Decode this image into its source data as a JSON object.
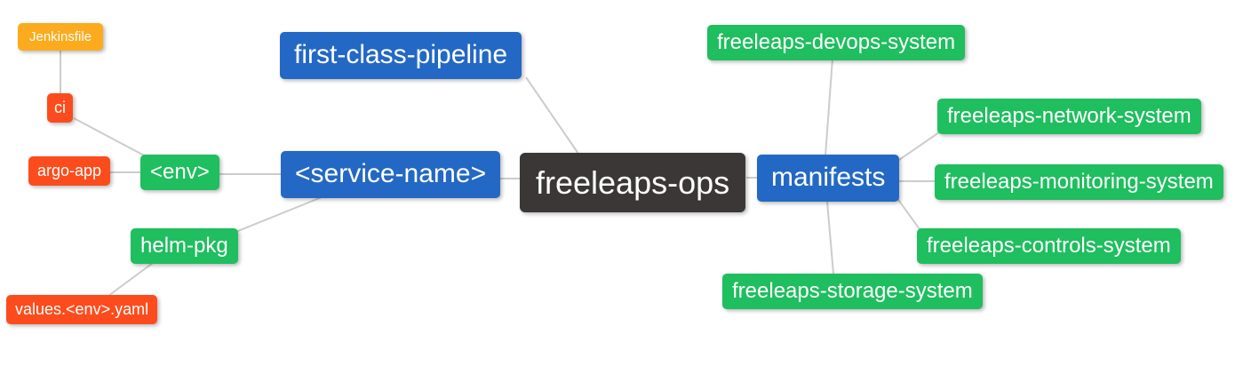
{
  "diagram": {
    "type": "mindmap",
    "background": "#ffffff",
    "edge_color": "#cccccc",
    "palette": {
      "root_dark": "#3b3737",
      "level1_blue": "#2368c4",
      "level2_green": "#1fbe5f",
      "level3_red": "#fc4c1d",
      "level4_orange": "#fbab1d",
      "text": "#ffffff"
    },
    "nodes": {
      "root": {
        "label": "freeleaps-ops"
      },
      "first_class_pipeline": {
        "label": "first-class-pipeline"
      },
      "service_name": {
        "label": "<service-name>"
      },
      "manifests": {
        "label": "manifests"
      },
      "env": {
        "label": "<env>"
      },
      "helm_pkg": {
        "label": "helm-pkg"
      },
      "ci": {
        "label": "ci"
      },
      "argo_app": {
        "label": "argo-app"
      },
      "values_env_yaml": {
        "label": "values.<env>.yaml"
      },
      "jenkinsfile": {
        "label": "Jenkinsfile"
      },
      "devops_system": {
        "label": "freeleaps-devops-system"
      },
      "network_system": {
        "label": "freeleaps-network-system"
      },
      "monitoring_system": {
        "label": "freeleaps-monitoring-system"
      },
      "controls_system": {
        "label": "freeleaps-controls-system"
      },
      "storage_system": {
        "label": "freeleaps-storage-system"
      }
    },
    "edges": [
      [
        "jenkinsfile",
        "ci"
      ],
      [
        "ci",
        "env"
      ],
      [
        "argo_app",
        "env"
      ],
      [
        "env",
        "service_name"
      ],
      [
        "helm_pkg",
        "service_name"
      ],
      [
        "values_env_yaml",
        "helm_pkg"
      ],
      [
        "first_class_pipeline",
        "root"
      ],
      [
        "service_name",
        "root"
      ],
      [
        "root",
        "manifests"
      ],
      [
        "manifests",
        "devops_system"
      ],
      [
        "manifests",
        "network_system"
      ],
      [
        "manifests",
        "monitoring_system"
      ],
      [
        "manifests",
        "controls_system"
      ],
      [
        "manifests",
        "storage_system"
      ]
    ]
  }
}
